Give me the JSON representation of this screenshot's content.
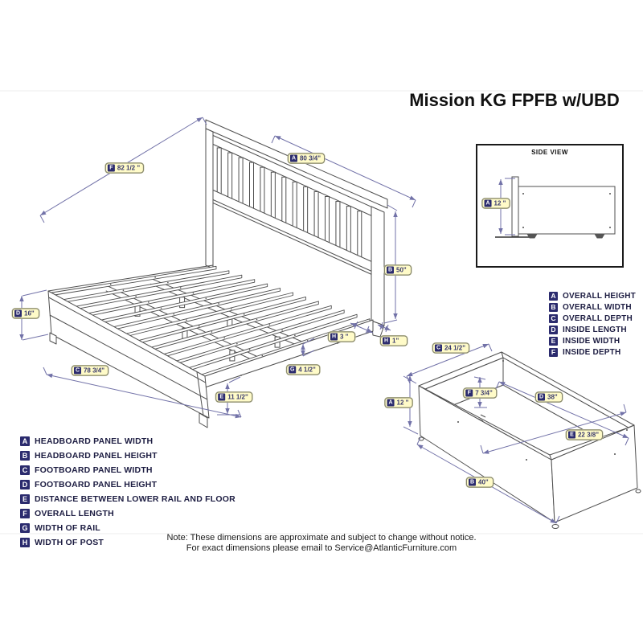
{
  "title": "Mission KG FPFB w/UBD",
  "side_view": {
    "title": "SIDE VIEW"
  },
  "note": {
    "line1": "Note:  These dimensions are approximate and subject to change without notice.",
    "line2": "For exact dimensions please email to Service@AtlanticFurniture.com"
  },
  "colors": {
    "dimension_line": "#7272a8",
    "drawing_line": "#4f4f4f",
    "pill_bg": "#fffbc8",
    "pill_border": "#83836a",
    "badge_bg": "#2b2b6e",
    "badge_text": "#ffffff",
    "pill_text": "#3a3a6e",
    "legend_text": "#1d1d42"
  },
  "legend_left": [
    {
      "letter": "A",
      "label": "HEADBOARD PANEL WIDTH"
    },
    {
      "letter": "B",
      "label": "HEADBOARD PANEL HEIGHT"
    },
    {
      "letter": "C",
      "label": "FOOTBOARD PANEL WIDTH"
    },
    {
      "letter": "D",
      "label": "FOOTBOARD PANEL HEIGHT"
    },
    {
      "letter": "E",
      "label": "DISTANCE BETWEEN LOWER RAIL AND FLOOR"
    },
    {
      "letter": "F",
      "label": "OVERALL LENGTH"
    },
    {
      "letter": "G",
      "label": "WIDTH OF RAIL"
    },
    {
      "letter": "H",
      "label": "WIDTH OF POST"
    }
  ],
  "legend_right": [
    {
      "letter": "A",
      "label": "OVERALL HEIGHT"
    },
    {
      "letter": "B",
      "label": "OVERALL WIDTH"
    },
    {
      "letter": "C",
      "label": "OVERALL DEPTH"
    },
    {
      "letter": "D",
      "label": "INSIDE LENGTH"
    },
    {
      "letter": "E",
      "label": "INSIDE WIDTH"
    },
    {
      "letter": "F",
      "label": "INSIDE DEPTH"
    }
  ],
  "dimensions": {
    "bed": [
      {
        "id": "overall-length",
        "letter": "F",
        "value": "82 1/2 \""
      },
      {
        "id": "headboard-panel-width",
        "letter": "A",
        "value": "80 3/4\""
      },
      {
        "id": "headboard-panel-height",
        "letter": "B",
        "value": "50\""
      },
      {
        "id": "footboard-panel-height",
        "letter": "D",
        "value": "16\""
      },
      {
        "id": "footboard-panel-width",
        "letter": "C",
        "value": "78 3/4\""
      },
      {
        "id": "lower-rail-to-floor",
        "letter": "E",
        "value": "11 1/2\""
      },
      {
        "id": "width-of-rail",
        "letter": "G",
        "value": "4 1/2\""
      },
      {
        "id": "width-of-post",
        "letter": "H",
        "value": "3 \""
      },
      {
        "id": "width-of-post-2",
        "letter": "H",
        "value": "1\""
      }
    ],
    "side_view": [
      {
        "id": "sideview-overall-height",
        "letter": "A",
        "value": "12 \""
      }
    ],
    "drawer": [
      {
        "id": "drawer-overall-depth",
        "letter": "C",
        "value": "24 1/2\""
      },
      {
        "id": "drawer-overall-height",
        "letter": "A",
        "value": "12 \""
      },
      {
        "id": "drawer-inside-depth",
        "letter": "F",
        "value": "7 3/4\""
      },
      {
        "id": "drawer-inside-length",
        "letter": "D",
        "value": "38\""
      },
      {
        "id": "drawer-inside-width",
        "letter": "E",
        "value": "22 3/8\""
      },
      {
        "id": "drawer-overall-width",
        "letter": "B",
        "value": "40\""
      }
    ]
  }
}
